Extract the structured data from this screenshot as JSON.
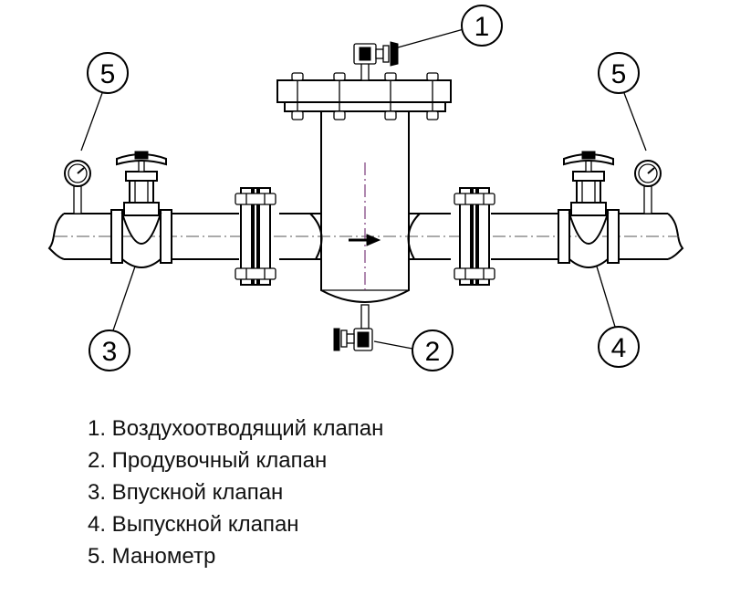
{
  "diagram": {
    "callouts": [
      {
        "id": "c1",
        "number": "1"
      },
      {
        "id": "c2",
        "number": "2"
      },
      {
        "id": "c3",
        "number": "3"
      },
      {
        "id": "c4",
        "number": "4"
      },
      {
        "id": "c5-left",
        "number": "5"
      },
      {
        "id": "c5-right",
        "number": "5"
      }
    ]
  },
  "legend": {
    "items": [
      {
        "label": "1. Воздухоотводящий клапан"
      },
      {
        "label": "2. Продувочный клапан"
      },
      {
        "label": "3. Впускной клапан"
      },
      {
        "label": "4. Выпускной клапан"
      },
      {
        "label": "5. Манометр"
      }
    ]
  }
}
